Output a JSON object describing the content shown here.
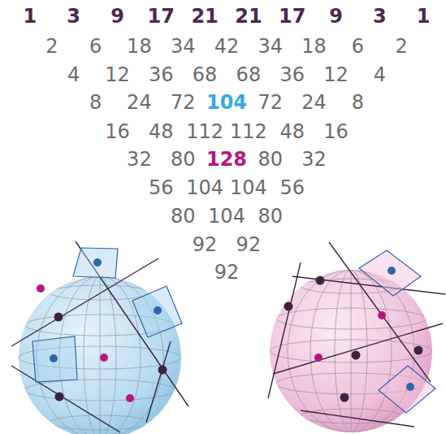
{
  "diagram": {
    "labels": [
      "1",
      "3",
      "9",
      "17",
      "21",
      "21",
      "17",
      "9",
      "3",
      "1",
      "2",
      "6",
      "18",
      "34",
      "42",
      "34",
      "18",
      "6",
      "2",
      "4",
      "12",
      "36",
      "68",
      "68",
      "36",
      "12",
      "4",
      "8",
      "24",
      "72",
      "104",
      "72",
      "24",
      "8",
      "16",
      "48",
      "112",
      "112",
      "48",
      "16",
      "32",
      "80",
      "128",
      "80",
      "32",
      "56",
      "104",
      "104",
      "56",
      "80",
      "104",
      "80",
      "92",
      "92",
      "92"
    ]
  }
}
